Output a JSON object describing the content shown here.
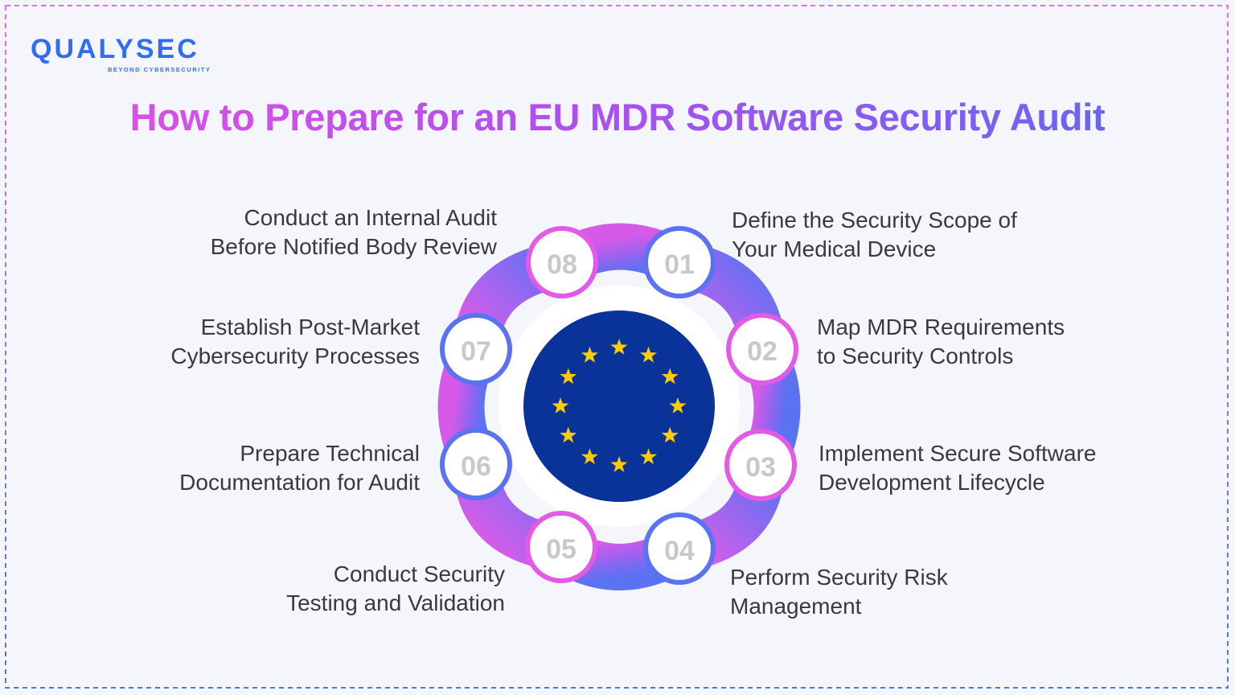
{
  "brand": {
    "name": "QUALYSEC",
    "tagline": "BEYOND CYBERSECURITY",
    "color": "#2f6df5"
  },
  "title": "How to Prepare for an EU MDR Software Security Audit",
  "colors": {
    "gradient_start": "#e650e4",
    "gradient_mid": "#b04ff0",
    "gradient_end": "#5a6af5",
    "eu_blue": "#0a3399",
    "eu_star": "#ffcc00",
    "number_text": "#c8c8c8",
    "frame_pink": "#ee66ee",
    "frame_blue": "#4a78e8"
  },
  "center_icon": "eu-flag-icon",
  "steps": [
    {
      "number": "01",
      "line1": "Define the Security Scope of",
      "line2": "Your Medical Device"
    },
    {
      "number": "02",
      "line1": "Map MDR Requirements",
      "line2": "to Security Controls"
    },
    {
      "number": "03",
      "line1": "Implement Secure Software",
      "line2": "Development Lifecycle"
    },
    {
      "number": "04",
      "line1": "Perform Security Risk",
      "line2": "Management"
    },
    {
      "number": "05",
      "line1": "Conduct Security",
      "line2": "Testing and Validation"
    },
    {
      "number": "06",
      "line1": "Prepare Technical",
      "line2": "Documentation for Audit"
    },
    {
      "number": "07",
      "line1": "Establish Post-Market",
      "line2": "Cybersecurity Processes"
    },
    {
      "number": "08",
      "line1": "Conduct an Internal Audit",
      "line2": "Before Notified Body Review"
    }
  ]
}
